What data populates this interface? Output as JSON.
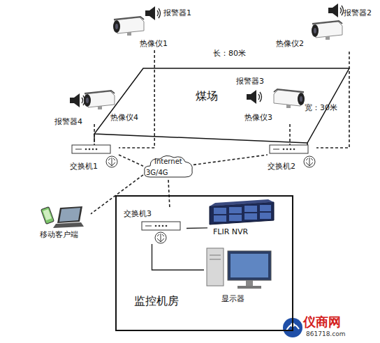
{
  "diagram": {
    "nodes": [
      {
        "text": [
          "报警器1"
        ]
      },
      {
        "text": [
          "热像仪1"
        ]
      },
      {
        "text": [
          "报警器2"
        ]
      },
      {
        "text": [
          "热像仪2"
        ]
      },
      {
        "text": [
          "报警器3"
        ]
      },
      {
        "text": [
          "热像仪3"
        ]
      },
      {
        "text": [
          "报警器4"
        ]
      },
      {
        "text": [
          "热像仪4"
        ]
      },
      {
        "text": [
          "交换机1"
        ]
      },
      {
        "text": [
          "交换机2"
        ]
      },
      {
        "text": [
          "Internet",
          "3G/4G"
        ]
      },
      {
        "text": [
          "移动客户端"
        ]
      },
      {
        "text": [
          "监控机房"
        ]
      },
      {
        "text": [
          "交换机3"
        ],
        "in": 12
      },
      {
        "text": [
          "FLIR NVR"
        ],
        "in": 12
      },
      {
        "text": [
          "显示器"
        ],
        "in": 12
      }
    ],
    "edges": [
      {
        "from": 1,
        "to": 8,
        "arrow": "none"
      },
      {
        "from": 7,
        "to": 8,
        "arrow": "none"
      },
      {
        "from": 3,
        "to": 9,
        "arrow": "none"
      },
      {
        "from": 5,
        "to": 9,
        "arrow": "none"
      },
      {
        "from": 8,
        "to": 10,
        "arrow": "none"
      },
      {
        "from": 10,
        "to": 9,
        "arrow": "none"
      },
      {
        "from": 10,
        "to": 11,
        "arrow": "none"
      },
      {
        "from": 10,
        "to": 13,
        "arrow": "none"
      },
      {
        "from": 13,
        "to": 14,
        "arrow": "none"
      },
      {
        "from": 13,
        "to": 15,
        "arrow": "none"
      }
    ],
    "labels": [
      "煤场",
      "长：80米",
      "宽：30米",
      "仪商网",
      "861718.com"
    ]
  }
}
